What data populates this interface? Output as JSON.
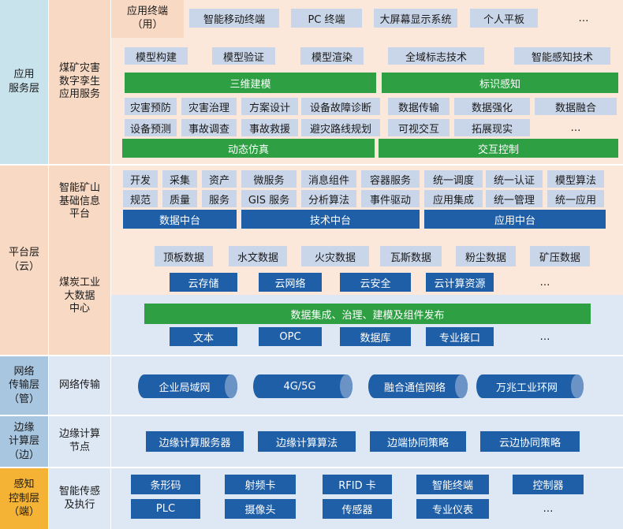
{
  "colors": {
    "app_layer_bg": "#c9e3ec",
    "app_sub_bg": "#f7d9c4",
    "app_panel_bg": "#fbe8db",
    "platform_layer_bg": "#f7d9c4",
    "platform_panel_bg": "#fbe8db",
    "bigdata_lower_bg": "#dde8f4",
    "network_bg": "#dde8f4",
    "network_label_bg": "#a9c6e0",
    "edge_label_bg": "#a9c6e0",
    "sense_label_bg": "#f5b336",
    "chip_bg": "#c9d5e8",
    "chip_blue": "#1f5fa8",
    "chip_green": "#2ea043"
  },
  "layers": {
    "app": "应用\n服务层",
    "platform": "平台层\n（云）",
    "network": "网络\n传输层\n（管）",
    "edge": "边缘\n计算层\n（边）",
    "sense": "感知\n控制层\n（端）"
  },
  "sublabels": {
    "twin": "煤矿灾害\n数字孪生\n应用服务",
    "info": "智能矿山\n基础信息\n平台",
    "bigdata": "煤炭工业\n大数据\n中心",
    "net": "网络传输",
    "edge": "边缘计算\n节点",
    "sense": "智能传感\n及执行"
  },
  "terminal": {
    "label": "应用终端\n（用）",
    "items": [
      "智能移动终端",
      "PC 终端",
      "大屏幕显示系统",
      "个人平板",
      "…"
    ]
  },
  "twin": {
    "row1": [
      "模型构建",
      "模型验证",
      "模型渲染",
      "全域标志技术",
      "智能感知技术"
    ],
    "bar1": [
      "三维建模",
      "标识感知"
    ],
    "row2": [
      "灾害预防",
      "灾害治理",
      "方案设计",
      "设备故障诊断",
      "数据传输",
      "数据强化",
      "数据融合"
    ],
    "row3": [
      "设备预测",
      "事故调查",
      "事故救援",
      "避灾路线规划",
      "可视交互",
      "拓展现实",
      "…"
    ],
    "bar2": [
      "动态仿真",
      "交互控制"
    ]
  },
  "info": {
    "row1": [
      "开发",
      "采集",
      "资产",
      "微服务",
      "消息组件",
      "容器服务",
      "统一调度",
      "统一认证",
      "模型算法"
    ],
    "row2": [
      "规范",
      "质量",
      "服务",
      "GIS 服务",
      "分析算法",
      "事件驱动",
      "应用集成",
      "统一管理",
      "统一应用"
    ],
    "bars": [
      "数据中台",
      "技术中台",
      "应用中台"
    ]
  },
  "bigdata": {
    "row1": [
      "顶板数据",
      "水文数据",
      "火灾数据",
      "瓦斯数据",
      "粉尘数据",
      "矿压数据"
    ],
    "row2": [
      "云存储",
      "云网络",
      "云安全",
      "云计算资源",
      "…"
    ],
    "bar": "数据集成、治理、建模及组件发布",
    "row3": [
      "文本",
      "OPC",
      "数据库",
      "专业接口",
      "…"
    ]
  },
  "network": [
    "企业局域网",
    "4G/5G",
    "融合通信网络",
    "万兆工业环网"
  ],
  "edge": [
    "边缘计算服务器",
    "边缘计算算法",
    "边端协同策略",
    "云边协同策略"
  ],
  "sense": {
    "row1": [
      "条形码",
      "射频卡",
      "RFID 卡",
      "智能终端",
      "控制器"
    ],
    "row2": [
      "PLC",
      "摄像头",
      "传感器",
      "专业仪表",
      "…"
    ]
  }
}
